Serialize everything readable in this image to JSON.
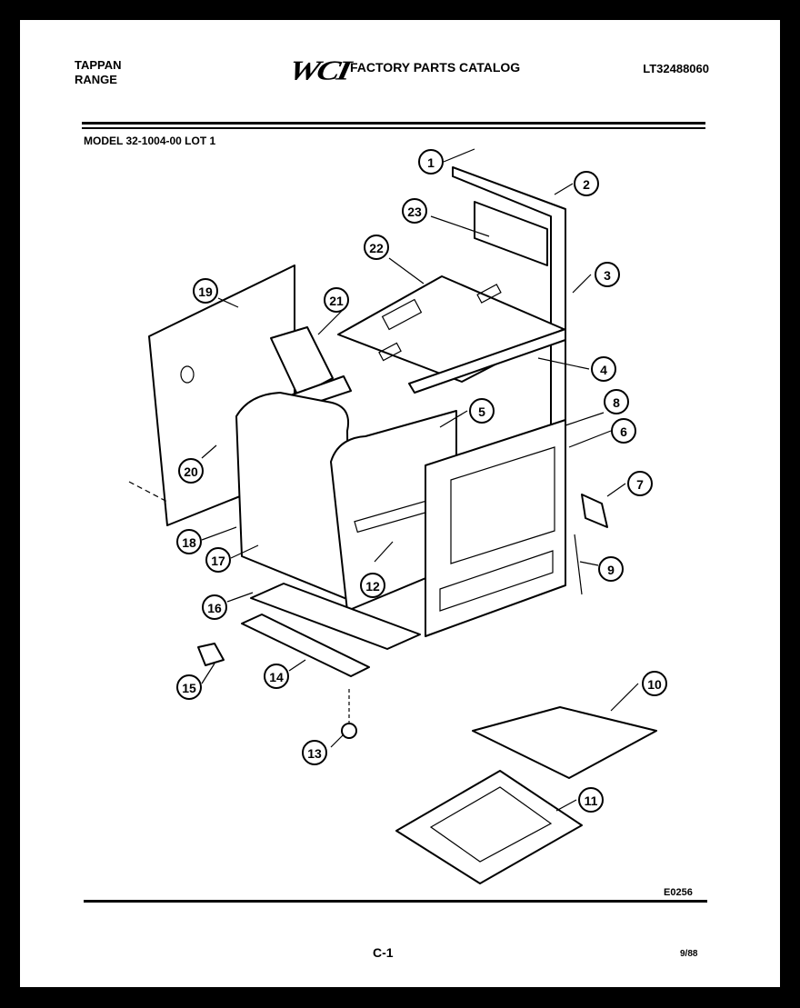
{
  "header": {
    "brand_line1": "TAPPAN",
    "brand_line2": "RANGE",
    "logo_text": "WCI",
    "catalog_title": "FACTORY PARTS CATALOG",
    "catalog_number": "LT32488060"
  },
  "model_line": "MODEL 32-1004-00 LOT 1",
  "diagram": {
    "part_callouts": [
      "1",
      "2",
      "3",
      "4",
      "5",
      "6",
      "7",
      "8",
      "9",
      "10",
      "11",
      "12",
      "13",
      "14",
      "15",
      "16",
      "17",
      "18",
      "19",
      "20",
      "21",
      "22",
      "23"
    ]
  },
  "footer": {
    "drawing_code": "E0256",
    "page_number": "C-1",
    "date": "9/88"
  },
  "colors": {
    "ink": "#000000",
    "paper": "#ffffff"
  }
}
